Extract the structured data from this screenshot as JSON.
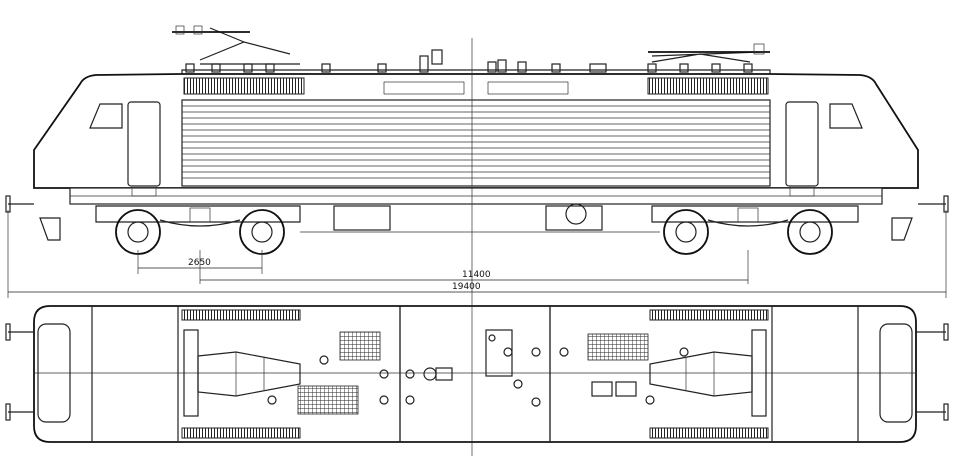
{
  "dimensions": {
    "bogie_wheelbase": "2650",
    "bogie_centres": "11400",
    "overall_length": "19400"
  }
}
